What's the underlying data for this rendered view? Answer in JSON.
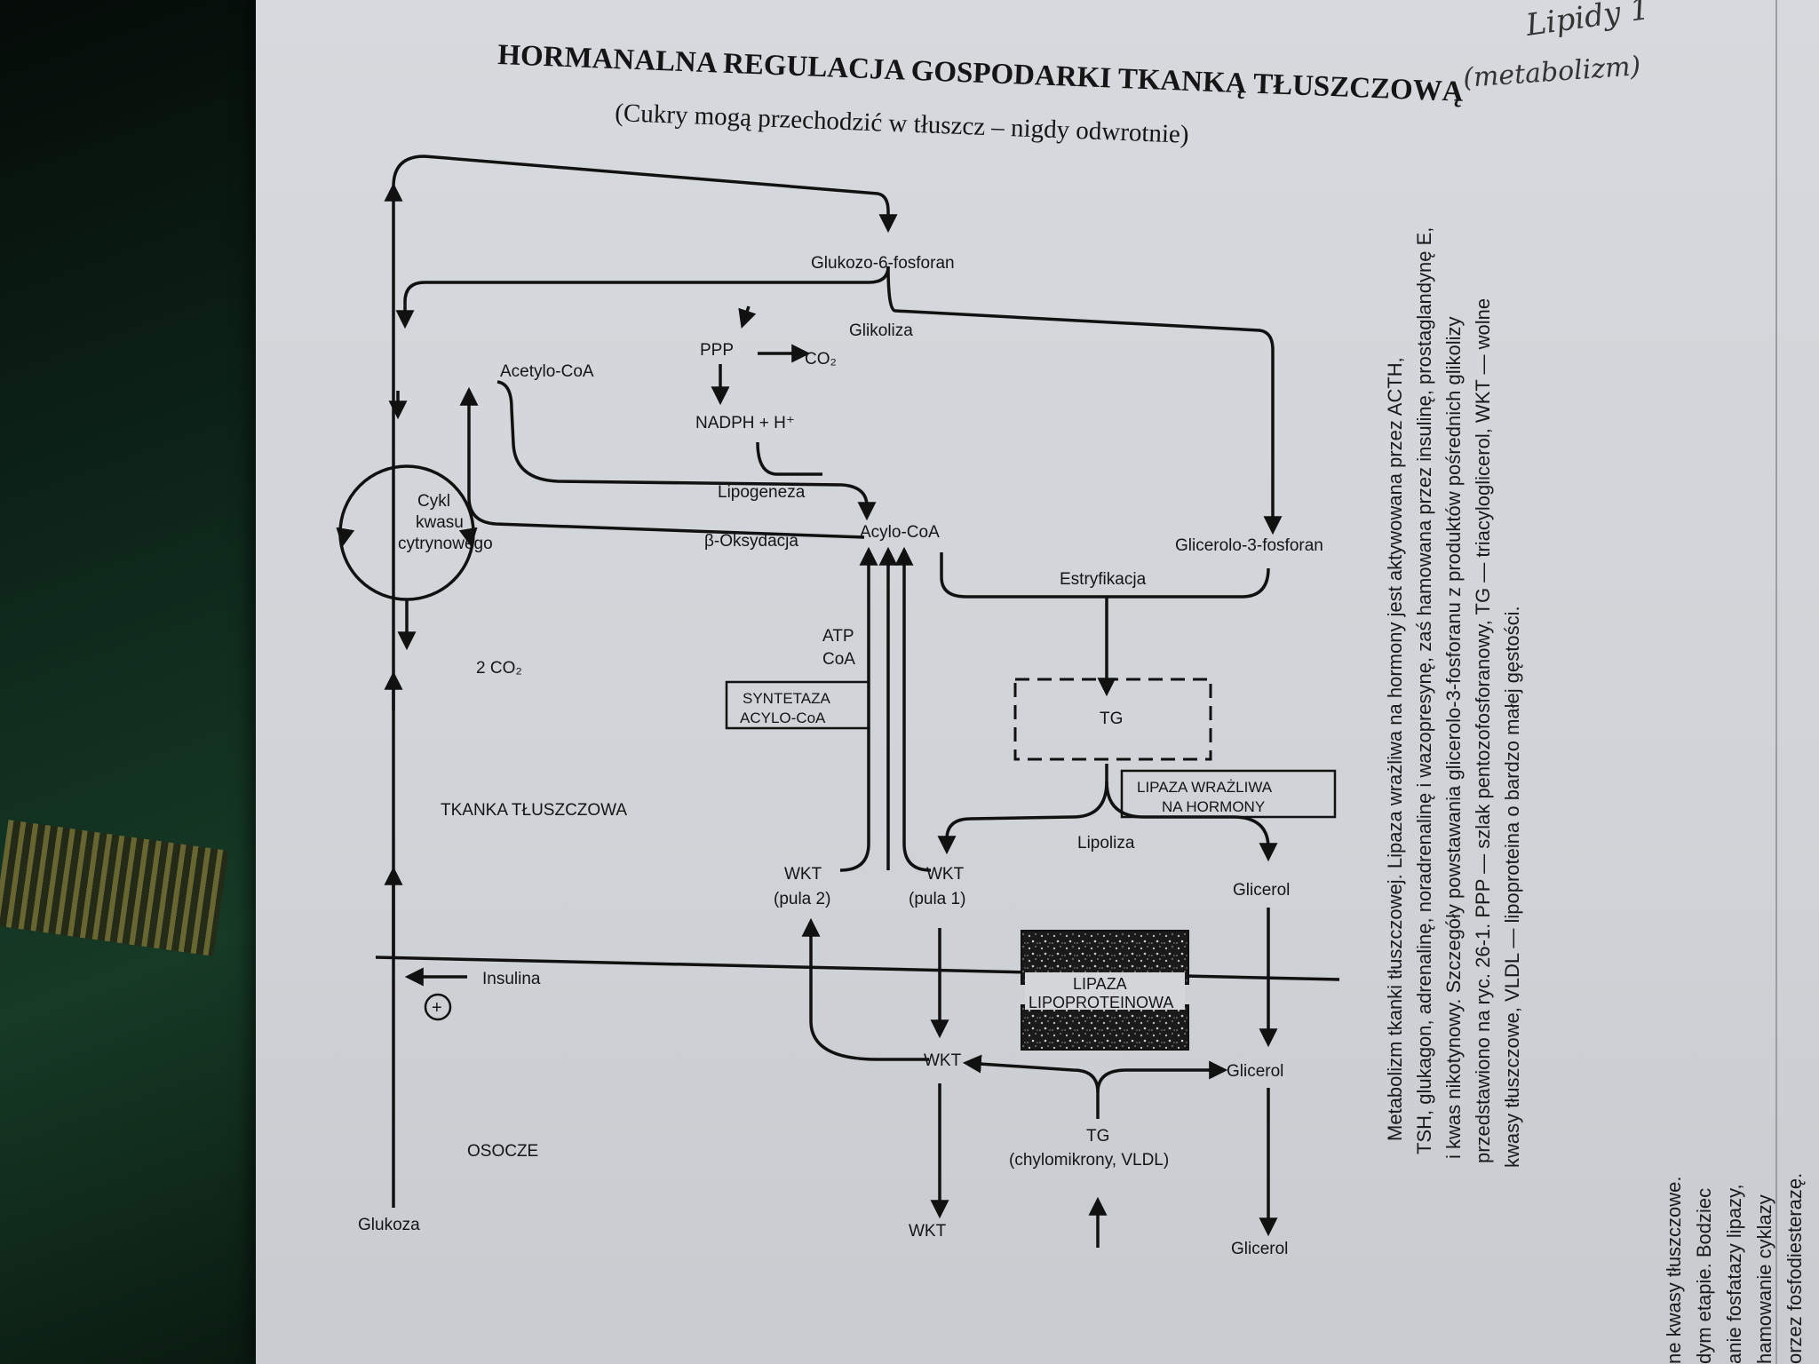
{
  "title": "HORMANALNA REGULACJA GOSPODARKI TKANKĄ TŁUSZCZOWĄ",
  "subtitle": "(Cukry mogą przechodzić w tłuszcz – nigdy odwrotnie)",
  "handwritten_note": {
    "line1": "Lipidy 1",
    "line2": "(metabolizm)"
  },
  "nodes": {
    "g6p": "Glukozo-6-fosforan",
    "glikoliza": "Glikoliza",
    "ppp": "PPP",
    "co2": "CO₂",
    "nadph": "NADPH + H⁺",
    "acetylo_coa": "Acetylo-CoA",
    "cykl1": "Cykl",
    "cykl2": "kwasu",
    "cykl3": "cytrynowego",
    "two_co2": "2 CO₂",
    "lipogeneza": "Lipogeneza",
    "b_oksydacja": "β-Oksydacja",
    "acylo_coa": "Acylo-CoA",
    "glicerolo3f": "Glicerolo-3-fosforan",
    "estryfikacja": "Estryfikacja",
    "atp": "ATP",
    "coa": "CoA",
    "syntetaza1": "SYNTETAZA",
    "syntetaza2": "ACYLO-CoA",
    "tg": "TG",
    "lipaza_h1": "LIPAZA WRAŻLIWA",
    "lipaza_h2": "NA HORMONY",
    "lipoliza": "Lipoliza",
    "tkanka": "TKANKA TŁUSZCZOWA",
    "wkt": "WKT",
    "pula2": "(pula 2)",
    "pula1": "(pula 1)",
    "glicerol": "Glicerol",
    "insulina": "Insulina",
    "plus": "+",
    "lpl1": "LIPAZA",
    "lpl2": "LIPOPROTEINOWA",
    "osocze": "OSOCZE",
    "glukoza": "Glukoza",
    "tg_plasma": "TG",
    "chylo": "(chylomikrony, VLDL)"
  },
  "caption_lines": [
    "Metabolizm tkanki tłuszczowej. Lipaza wrażliwa na hormony jest aktywowana przez ACTH,",
    "TSH, glukagon, adrenalinę, noradrenalinę i wazopresynę, zaś hamowana przez insulinę, prostaglandynę E,",
    "i kwas nikotynowy. Szczegóły powstawania glicerolo-3-fosforanu z produktów pośrednich glikolizy",
    "przedstawiono na ryc. 26-1. PPP — szlak pentozofosforanowy, TG — triacyloglicerol, WKT — wolne",
    "kwasy tłuszczowe, VLDL — lipoproteina o bardzo małej gęstości."
  ],
  "side_text_lines": [
    "ne kwasy tłuszczowe.",
    "dym etapie. Bodziec",
    "anie fosfatazy lipazy,",
    "hamowanie cyklazy",
    "orzez fosfodiesterazę."
  ]
}
